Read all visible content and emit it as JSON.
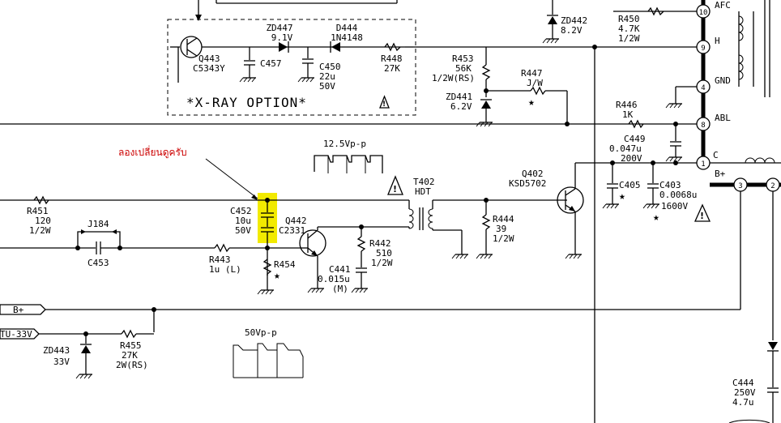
{
  "highlight_color": "#f2ea00",
  "annotation_color": "#cc0000",
  "annotation": "ลองเปลี่ยนดูครับ",
  "xray": {
    "title": "*X-RAY OPTION*"
  },
  "q443": {
    "ref": "Q443",
    "part": "C5343Y"
  },
  "c457": {
    "ref": "C457"
  },
  "zd447": {
    "ref": "ZD447",
    "value": "9.1V"
  },
  "d444": {
    "ref": "D444",
    "value": "1N4148"
  },
  "c450": {
    "ref": "C450",
    "value": "22u",
    "voltage": "50V"
  },
  "r448": {
    "ref": "R448",
    "value": "27K"
  },
  "r453": {
    "ref": "R453",
    "value": "56K",
    "rating": "1/2W(RS)"
  },
  "zd441": {
    "ref": "ZD441",
    "value": "6.2V"
  },
  "r447": {
    "ref": "R447",
    "value": "J/W"
  },
  "zd442": {
    "ref": "ZD442",
    "value": "8.2V"
  },
  "r450": {
    "ref": "R450",
    "value": "4.7K",
    "rating": "1/2W"
  },
  "r446": {
    "ref": "R446",
    "value": "1K"
  },
  "c449": {
    "ref": "C449",
    "value": "0.047u",
    "voltage": "200V"
  },
  "connector": {
    "afc": {
      "pin": "10",
      "label": "AFC"
    },
    "h": {
      "pin": "9",
      "label": "H"
    },
    "gnd": {
      "pin": "4",
      "label": "GND"
    },
    "abl": {
      "pin": "8",
      "label": "ABL"
    },
    "c": {
      "pin": "1",
      "label": "C"
    },
    "bplus": {
      "label": "B+"
    },
    "p3": {
      "pin": "3"
    },
    "p2": {
      "pin": "2"
    }
  },
  "waveform1": {
    "label": "12.5Vp-p"
  },
  "waveform2": {
    "label": "50Vp-p"
  },
  "t402": {
    "ref": "T402",
    "name": "HDT"
  },
  "q402": {
    "ref": "Q402",
    "part": "KSD5702"
  },
  "c405": {
    "ref": "C405"
  },
  "c403": {
    "ref": "C403",
    "value": "0.0068u",
    "voltage": "1600V"
  },
  "r451": {
    "ref": "R451",
    "value": "120",
    "rating": "1/2W"
  },
  "j184": {
    "ref": "J184"
  },
  "c453": {
    "ref": "C453"
  },
  "c452": {
    "ref": "C452",
    "value": "10u",
    "voltage": "50V"
  },
  "q442": {
    "ref": "Q442",
    "part": "C2331"
  },
  "r444": {
    "ref": "R444",
    "value": "39",
    "rating": "1/2W"
  },
  "r442": {
    "ref": "R442",
    "value": "510",
    "rating": "1/2W"
  },
  "r443": {
    "ref": "R443",
    "value": "1u (L)"
  },
  "r454": {
    "ref": "R454"
  },
  "c441": {
    "ref": "C441",
    "value": "0.015u",
    "grade": "(M)"
  },
  "nets": {
    "bplus": "B+",
    "tu33": "TU-33V"
  },
  "zd443": {
    "ref": "ZD443",
    "value": "33V"
  },
  "r455": {
    "ref": "R455",
    "value": "27K",
    "rating": "2W(RS)"
  },
  "c444": {
    "ref": "C444",
    "voltage": "250V",
    "value": "4.7u"
  },
  "star": "★"
}
